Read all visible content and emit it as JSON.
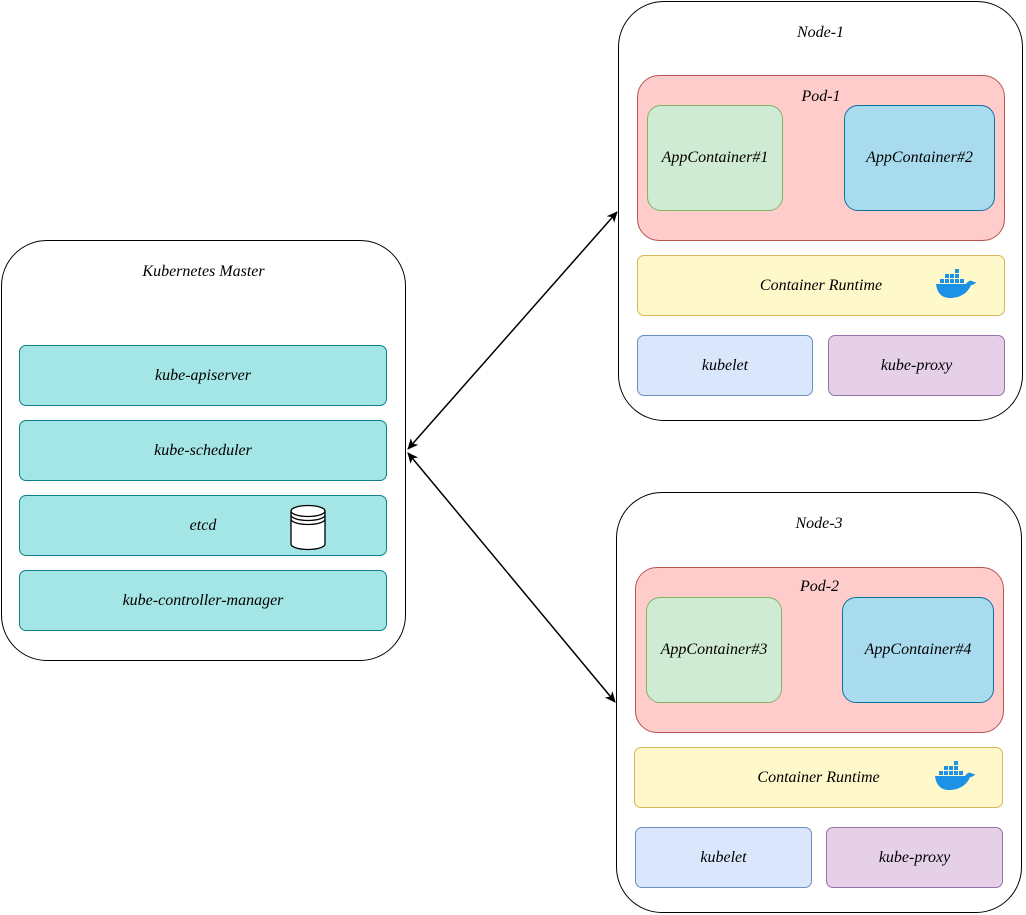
{
  "master": {
    "title": "Kubernetes Master",
    "components": [
      "kube-apiserver",
      "kube-scheduler",
      "etcd",
      "kube-controller-manager"
    ]
  },
  "nodes": [
    {
      "title": "Node-1",
      "pod": {
        "title": "Pod-1",
        "containers": [
          "AppContainer#1",
          "AppContainer#2"
        ]
      },
      "runtime": "Container Runtime",
      "kubelet": "kubelet",
      "proxy": "kube-proxy"
    },
    {
      "title": "Node-3",
      "pod": {
        "title": "Pod-2",
        "containers": [
          "AppContainer#3",
          "AppContainer#4"
        ]
      },
      "runtime": "Container Runtime",
      "kubelet": "kubelet",
      "proxy": "kube-proxy"
    }
  ],
  "icons": {
    "runtime": "docker-whale-icon",
    "etcd": "database-cylinder-icon"
  },
  "colors": {
    "master_component": "#a4e5e5",
    "pod": "#ffcccc",
    "app_green": "#d0ebd3",
    "app_blue": "#a9dbef",
    "runtime": "#fff8cb",
    "kubelet": "#dae6fc",
    "proxy": "#e6d0e8",
    "docker_blue": "#1d91e6"
  }
}
